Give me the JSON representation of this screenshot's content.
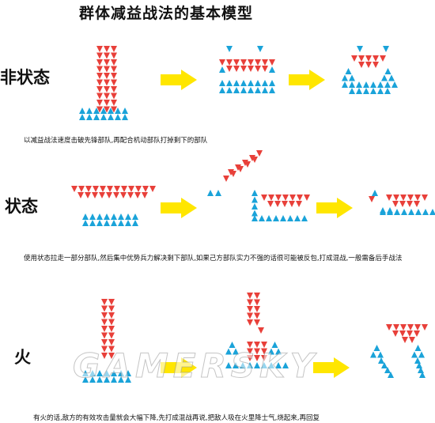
{
  "title": "群体减益战法的基本模型",
  "rows": [
    {
      "label": "非状态",
      "caption": "以减益战法速度击破先锋部队,再配合机动部队打掉剩下的部队"
    },
    {
      "label": "状态",
      "caption": "使用状态拉走一部分部队,然后集中优势兵力解决剩下部队,如果己方部队实力不强的话很可能被反包,打成混战,一般需备后手战法"
    },
    {
      "label": "火",
      "caption": "有火的话,敌方的有效攻击量就会大幅下降,先打成混战再说,把敌人吸在火里降士气,烧起来,再回复"
    }
  ],
  "watermark": "GAMERSKY",
  "colors": {
    "enemy": "#e8403a",
    "ally": "#1aa3d9",
    "arrow": "#ffe600"
  }
}
